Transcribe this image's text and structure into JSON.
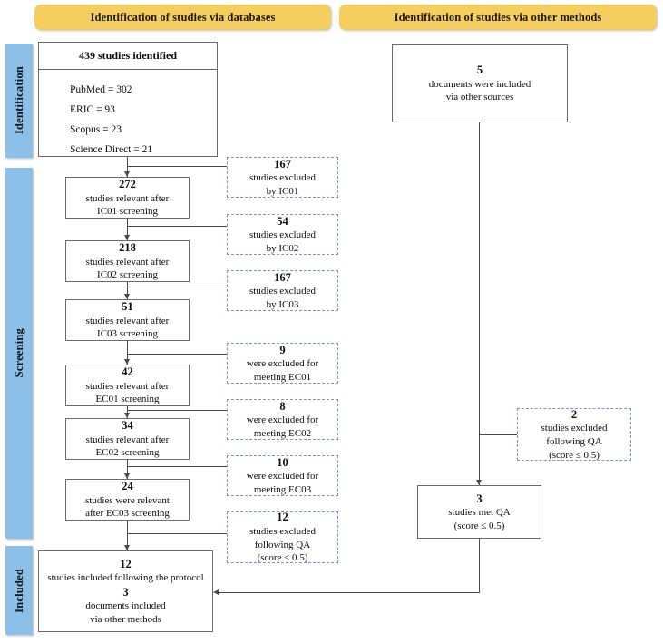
{
  "headers": {
    "databases": "Identification of studies via databases",
    "other_methods": "Identification of studies via other methods"
  },
  "stages": {
    "identification": "Identification",
    "screening": "Screening",
    "included": "Included"
  },
  "colors": {
    "banner_yellow": "#F6CE60",
    "stage_blue": "#8CC0E9",
    "box_border": "#6B6B6B",
    "excluded_border": "#6E9BD1",
    "connector": "#4A4A4A"
  },
  "identification": {
    "heading": "439 studies identified",
    "sources": [
      "PubMed = 302",
      "ERIC = 93",
      "Scopus = 23",
      "Science Direct = 21"
    ]
  },
  "other_sources": {
    "count": "5",
    "line1": "documents were included",
    "line2": "via other sources"
  },
  "screening_boxes": [
    {
      "count": "272",
      "line1": "studies relevant after",
      "line2": "IC01 screening"
    },
    {
      "count": "218",
      "line1": "studies relevant after",
      "line2": "IC02 screening"
    },
    {
      "count": "51",
      "line1": "studies relevant after",
      "line2": "IC03 screening"
    },
    {
      "count": "42",
      "line1": "studies relevant after",
      "line2": "EC01 screening"
    },
    {
      "count": "34",
      "line1": "studies relevant after",
      "line2": "EC02 screening"
    },
    {
      "count": "24",
      "line1": "studies were relevant",
      "line2": "after EC03 screening"
    }
  ],
  "excluded_boxes": [
    {
      "count": "167",
      "line1": "studies excluded",
      "line2": "by IC01",
      "line3": ""
    },
    {
      "count": "54",
      "line1": "studies excluded",
      "line2": "by IC02",
      "line3": ""
    },
    {
      "count": "167",
      "line1": "studies excluded",
      "line2": "by IC03",
      "line3": ""
    },
    {
      "count": "9",
      "line1": "were excluded for",
      "line2": "meeting EC01",
      "line3": ""
    },
    {
      "count": "8",
      "line1": "were excluded for",
      "line2": "meeting EC02",
      "line3": ""
    },
    {
      "count": "10",
      "line1": "were excluded for",
      "line2": "meeting EC03",
      "line3": ""
    },
    {
      "count": "12",
      "line1": "studies excluded",
      "line2": "following QA",
      "line3": "(score ≤ 0.5)"
    }
  ],
  "qa_excluded_other": {
    "count": "2",
    "line1": "studies excluded",
    "line2": "following QA",
    "line3": "(score ≤ 0.5)"
  },
  "qa_met_other": {
    "count": "3",
    "line1": "studies met QA",
    "line2": "(score ≤ 0.5)"
  },
  "final": {
    "count_protocol": "12",
    "line_protocol": "studies included following the protocol",
    "count_other": "3",
    "line_other_1": "documents included",
    "line_other_2": "via other methods"
  }
}
